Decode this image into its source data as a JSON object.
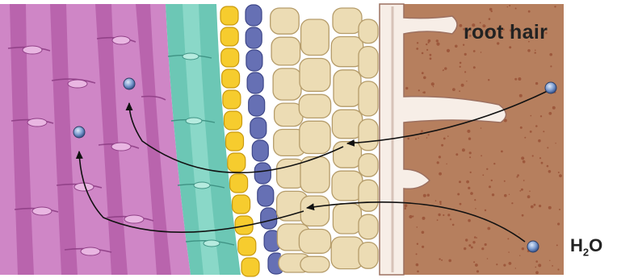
{
  "labels": {
    "root_hair": "root hair",
    "water_main": "H",
    "water_sub": "2",
    "water_tail": "O"
  },
  "colors": {
    "soil": "#b67f5e",
    "soil_speck": "#8a3a22",
    "root_hair": "#f7eee7",
    "cortex_cell": "#ecdcb4",
    "endodermis_purple": "#6670b4",
    "pericycle_yellow": "#f6cc2e",
    "phloem_teal": "#6cc7b5",
    "xylem_pink": "#c673bb",
    "water_molecule": "#7f9fd2",
    "arrow": "#111111"
  },
  "icons": [
    "water-molecule-icon",
    "arrow-icon"
  ]
}
